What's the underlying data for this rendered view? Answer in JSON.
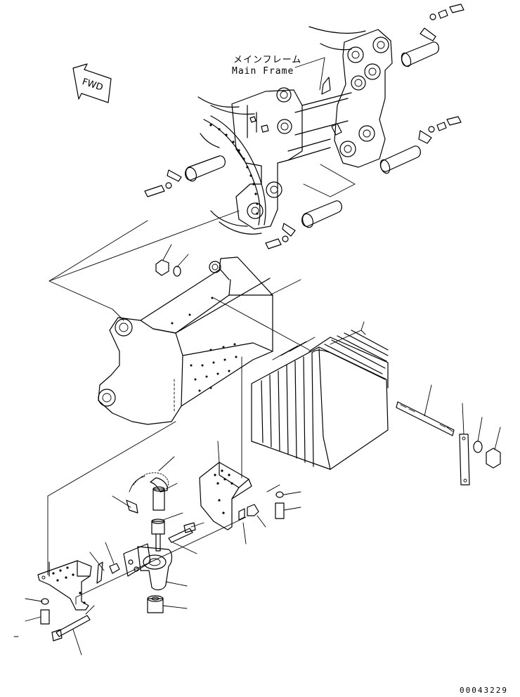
{
  "labels": {
    "main_frame_jp": "メインフレーム",
    "main_frame_en": "Main Frame",
    "fwd": "FWD"
  },
  "drawing_code": "00043229",
  "colors": {
    "ink": "#000000",
    "paper": "#ffffff"
  }
}
